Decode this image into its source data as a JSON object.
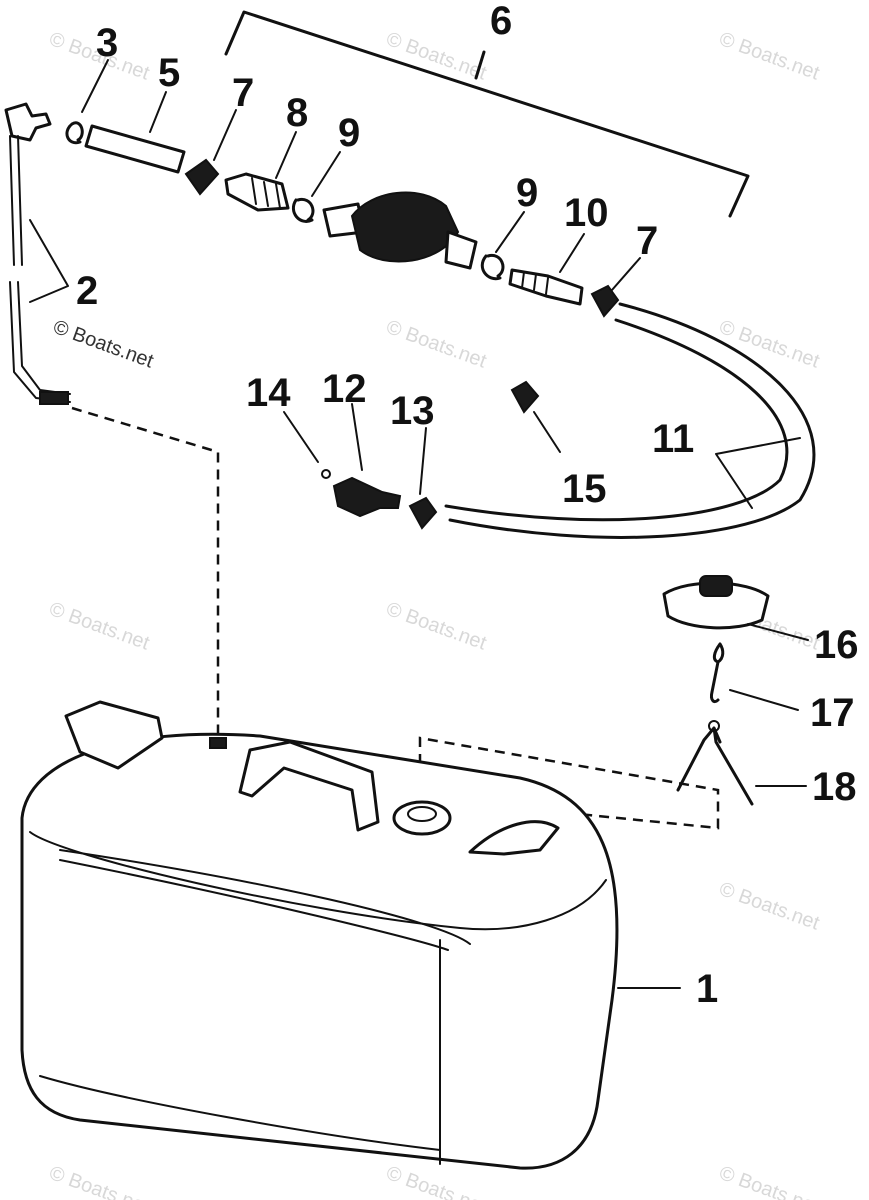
{
  "labels": {
    "l1": "1",
    "l2": "2",
    "l3": "3",
    "l5": "5",
    "l6": "6",
    "l7a": "7",
    "l7b": "7",
    "l8": "8",
    "l9a": "9",
    "l9b": "9",
    "l10": "10",
    "l11": "11",
    "l12": "12",
    "l13": "13",
    "l14": "14",
    "l15": "15",
    "l16": "16",
    "l17": "17",
    "l18": "18"
  },
  "watermark": {
    "text": "© Boats.net",
    "primary": "© Boats.net"
  }
}
